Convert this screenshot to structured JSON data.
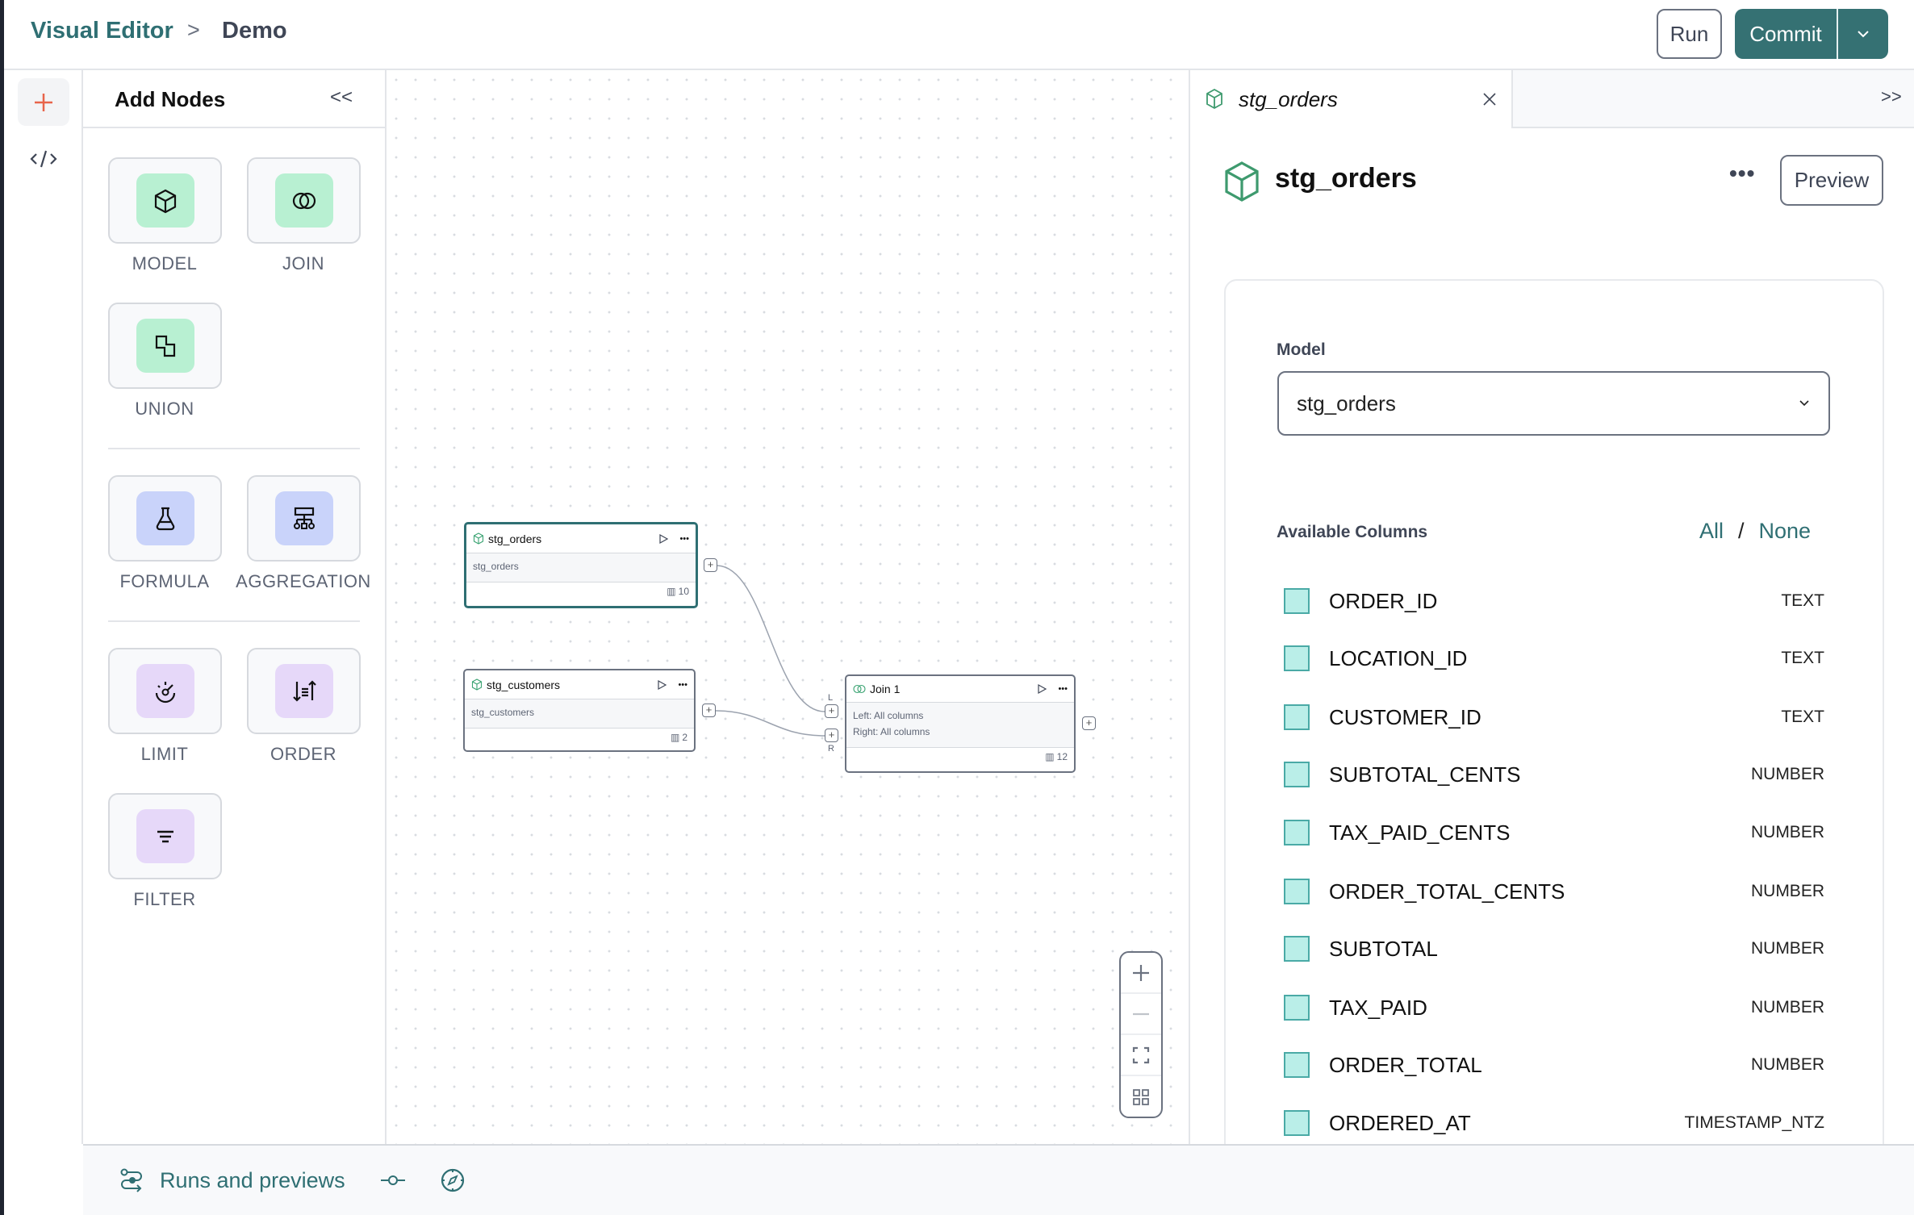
{
  "header": {
    "breadcrumb_root": "Visual Editor",
    "breadcrumb_separator": ">",
    "breadcrumb_page": "Demo",
    "run_label": "Run",
    "commit_label": "Commit"
  },
  "colors": {
    "brand": "#2f6f73",
    "commit_bg": "#357173",
    "add_icon": "#e8644a",
    "source_green": "#b8f0d2",
    "transform_blue": "#c9d3fa",
    "filter_purple": "#e6d8f9"
  },
  "add_nodes": {
    "title": "Add Nodes",
    "collapse": "<<",
    "tiles": [
      {
        "label": "MODEL",
        "icon": "cube-icon"
      },
      {
        "label": "JOIN",
        "icon": "join-icon"
      },
      {
        "label": "UNION",
        "icon": "union-icon"
      },
      {
        "label": "FORMULA",
        "icon": "flask-icon"
      },
      {
        "label": "AGGREGATION",
        "icon": "hierarchy-icon"
      },
      {
        "label": "LIMIT",
        "icon": "limit-icon"
      },
      {
        "label": "ORDER",
        "icon": "sort-icon"
      },
      {
        "label": "FILTER",
        "icon": "filter-icon"
      }
    ]
  },
  "canvas": {
    "nodes": [
      {
        "title": "stg_orders",
        "body": "stg_orders",
        "columns": "10",
        "selected": true
      },
      {
        "title": "stg_customers",
        "body": "stg_customers",
        "columns": "2",
        "selected": false
      },
      {
        "title": "Join 1",
        "body_left": "Left: All columns",
        "body_right": "Right: All columns",
        "columns": "12",
        "left_label": "L",
        "right_label": "R"
      }
    ]
  },
  "right_panel": {
    "tab_label": "stg_orders",
    "expand": ">>",
    "title": "stg_orders",
    "more": "•••",
    "preview_label": "Preview",
    "model_label": "Model",
    "model_value": "stg_orders",
    "available_columns_label": "Available Columns",
    "all_label": "All",
    "separator": "/",
    "none_label": "None",
    "columns": [
      {
        "name": "ORDER_ID",
        "type": "TEXT"
      },
      {
        "name": "LOCATION_ID",
        "type": "TEXT"
      },
      {
        "name": "CUSTOMER_ID",
        "type": "TEXT"
      },
      {
        "name": "SUBTOTAL_CENTS",
        "type": "NUMBER"
      },
      {
        "name": "TAX_PAID_CENTS",
        "type": "NUMBER"
      },
      {
        "name": "ORDER_TOTAL_CENTS",
        "type": "NUMBER"
      },
      {
        "name": "SUBTOTAL",
        "type": "NUMBER"
      },
      {
        "name": "TAX_PAID",
        "type": "NUMBER"
      },
      {
        "name": "ORDER_TOTAL",
        "type": "NUMBER"
      },
      {
        "name": "ORDERED_AT",
        "type": "TIMESTAMP_NTZ"
      }
    ]
  },
  "bottom_bar": {
    "runs_label": "Runs and previews"
  }
}
